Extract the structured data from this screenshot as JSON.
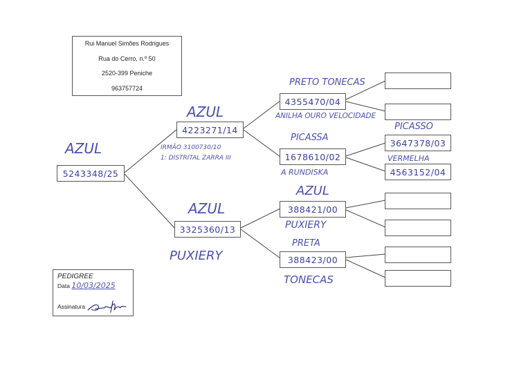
{
  "owner": {
    "name": "Rui Manuel Simões Rodrigues",
    "address": "Rua do Cerro, n.º 50",
    "postal": "2520-399 Peniche",
    "phone": "963757724"
  },
  "root": {
    "color": "AZUL",
    "ring": "5243348/25"
  },
  "sire": {
    "color": "AZUL",
    "ring": "4223271/14",
    "notes": [
      "IRMÃO 3100730/10",
      "1: DISTRITAL ZARRA III"
    ]
  },
  "dam": {
    "color": "AZUL",
    "ring": "3325360/13",
    "note": "PUXIERY"
  },
  "gen2": [
    {
      "color": "PRETO TONECAS",
      "ring": "4355470/04",
      "note": "ANILHA OURO VELOCIDADE"
    },
    {
      "color": "PICASSA",
      "ring": "1678610/02",
      "note": "A RUNDISKA"
    },
    {
      "color": "AZUL",
      "ring": "388421/00",
      "note": "PUXIERY"
    },
    {
      "color": "PRETA",
      "ring": "388423/00",
      "note": "TONECAS"
    }
  ],
  "gen3": [
    {
      "color": "",
      "ring": ""
    },
    {
      "color": "",
      "ring": ""
    },
    {
      "color": "PICASSO",
      "ring": "3647378/03"
    },
    {
      "color": "VERMELHA",
      "ring": "4563152/04"
    },
    {
      "color": "",
      "ring": ""
    },
    {
      "color": "",
      "ring": ""
    },
    {
      "color": "",
      "ring": ""
    },
    {
      "color": "",
      "ring": ""
    }
  ],
  "footer": {
    "title": "PEDIGREE",
    "date_label": "Data",
    "date": "10/03/2025",
    "signature_label": "Assinatura"
  }
}
